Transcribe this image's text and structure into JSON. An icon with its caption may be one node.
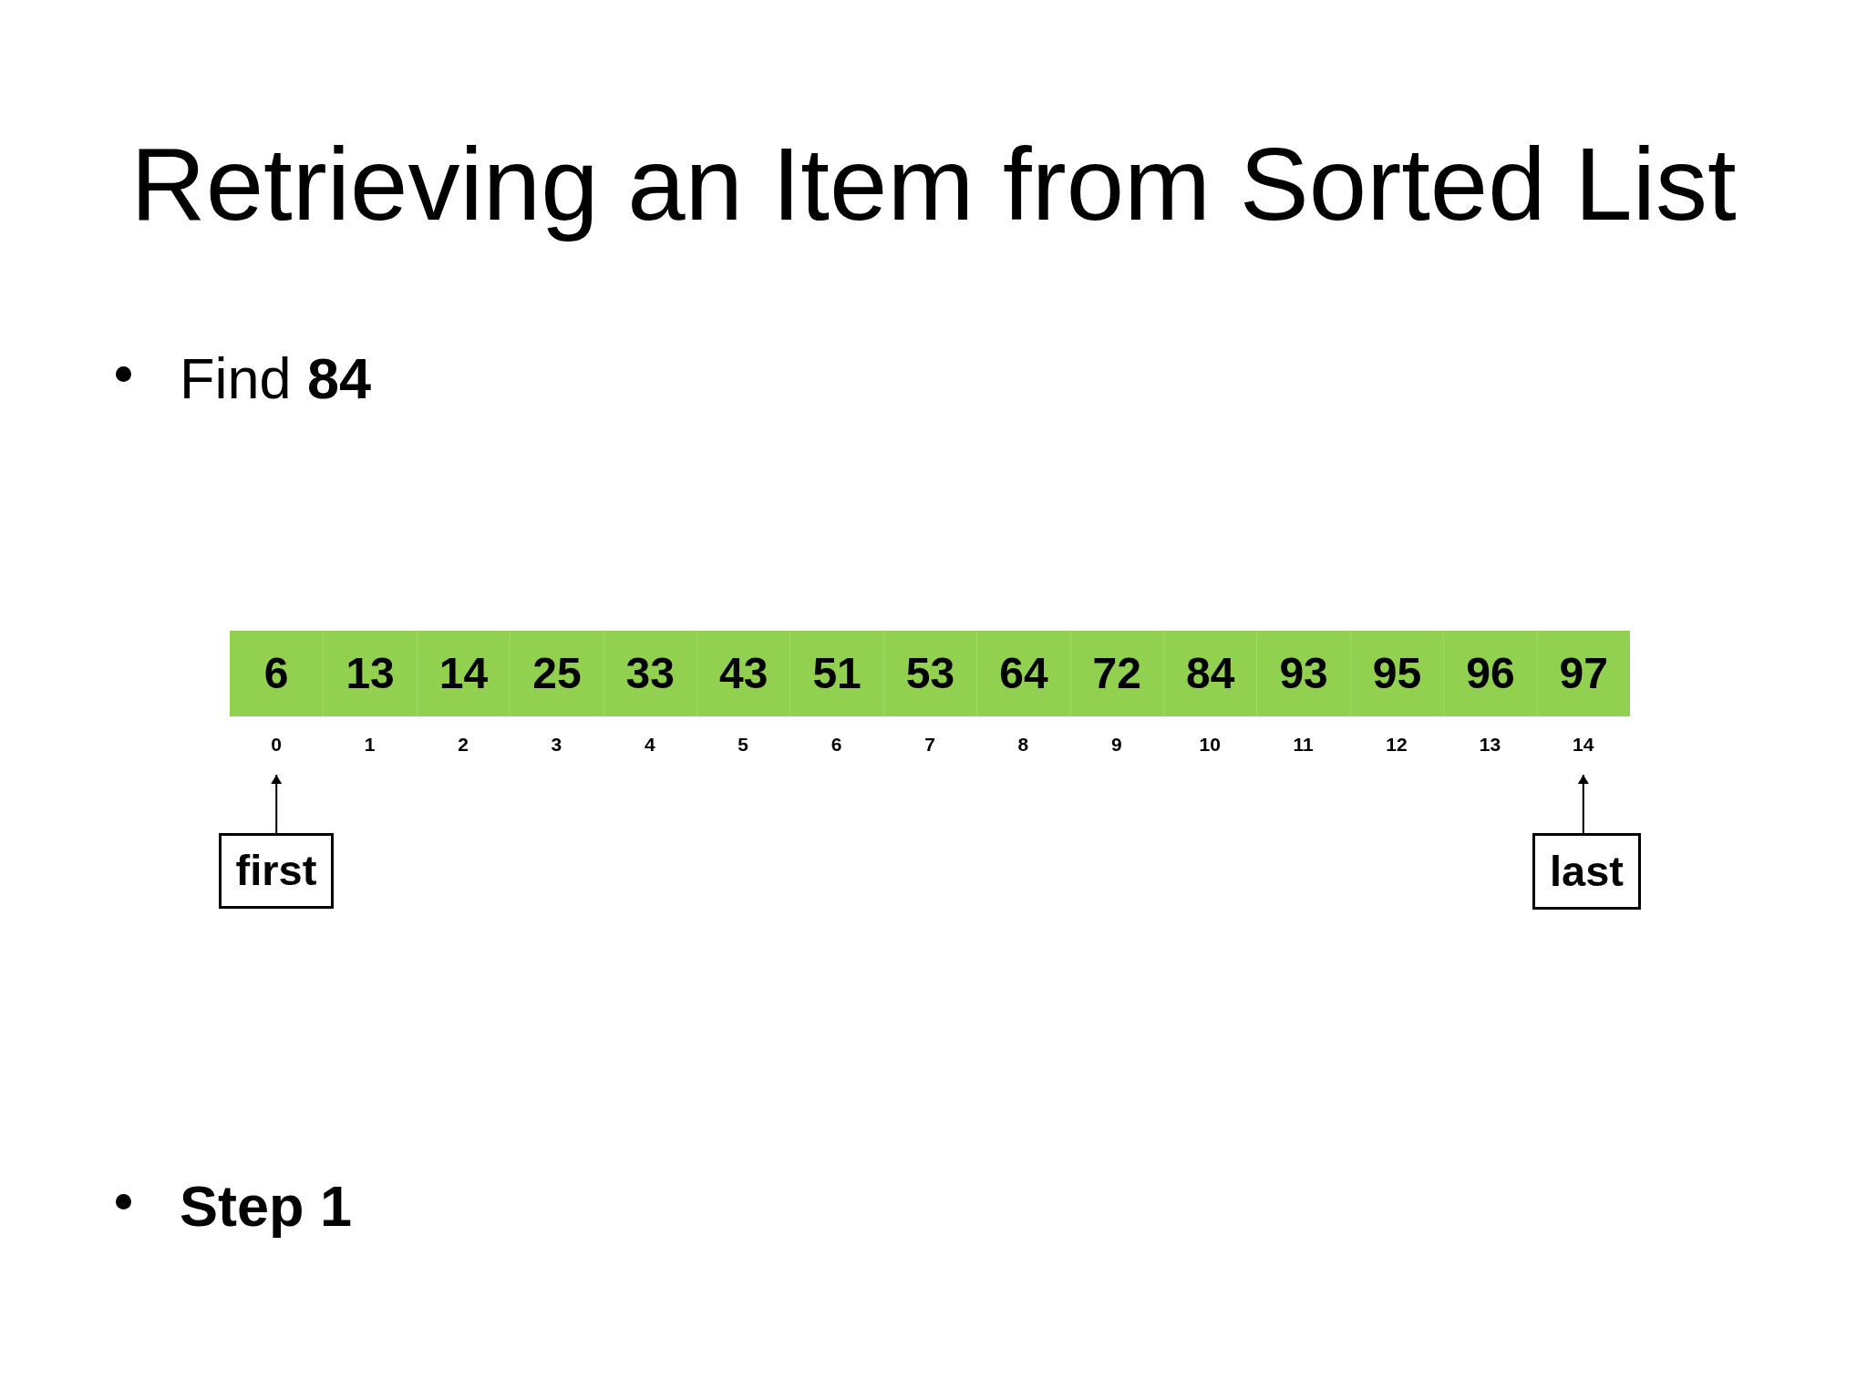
{
  "diagram": {
    "title": "Retrieving an Item from Sorted List",
    "nodes": [
      {
        "text": [
          "6"
        ],
        "beside": [
          "0"
        ]
      },
      {
        "text": [
          "13"
        ],
        "beside": [
          "1"
        ]
      },
      {
        "text": [
          "14"
        ],
        "beside": [
          "2"
        ]
      },
      {
        "text": [
          "25"
        ],
        "beside": [
          "3"
        ]
      },
      {
        "text": [
          "33"
        ],
        "beside": [
          "4"
        ]
      },
      {
        "text": [
          "43"
        ],
        "beside": [
          "5"
        ]
      },
      {
        "text": [
          "51"
        ],
        "beside": [
          "6"
        ]
      },
      {
        "text": [
          "53"
        ],
        "beside": [
          "7"
        ]
      },
      {
        "text": [
          "64"
        ],
        "beside": [
          "8"
        ]
      },
      {
        "text": [
          "72"
        ],
        "beside": [
          "9"
        ]
      },
      {
        "text": [
          "84"
        ],
        "beside": [
          "10"
        ]
      },
      {
        "text": [
          "93"
        ],
        "beside": [
          "11"
        ]
      },
      {
        "text": [
          "95"
        ],
        "beside": [
          "12"
        ]
      },
      {
        "text": [
          "96"
        ],
        "beside": [
          "13"
        ]
      },
      {
        "text": [
          "97"
        ],
        "beside": [
          "14"
        ]
      },
      {
        "text": [
          "first"
        ]
      },
      {
        "text": [
          "last"
        ]
      }
    ],
    "edges": [
      {
        "from": 15,
        "to": 0,
        "arrow": "to"
      },
      {
        "from": 16,
        "to": 14,
        "arrow": "to"
      }
    ],
    "labels": [
      "Find **84**",
      "Step 1"
    ]
  }
}
